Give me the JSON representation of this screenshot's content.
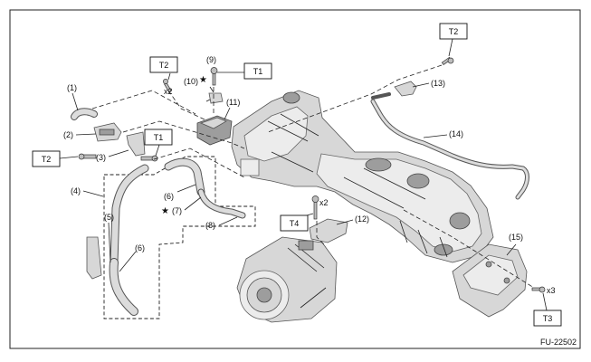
{
  "figure_id": "FU-22502",
  "callouts": {
    "c1": "(1)",
    "c2": "(2)",
    "c3": "(3)",
    "c4": "(4)",
    "c5": "(5)",
    "c6a": "(6)",
    "c6b": "(6)",
    "c7": "(7)",
    "c8": "(8)",
    "c9": "(9)",
    "c10": "(10)",
    "c11": "(11)",
    "c12": "(12)",
    "c13": "(13)",
    "c14": "(14)",
    "c15": "(15)"
  },
  "torque_tags": {
    "t2_top_left": "T2",
    "t1_top": "T1",
    "t2_left": "T2",
    "t1_mid": "T1",
    "t2_top_right": "T2",
    "t4": "T4",
    "t3": "T3"
  },
  "quantity_marks": {
    "x2_left": "x2",
    "x2_mid": "x2",
    "x3_right": "x3"
  },
  "star_marks": {
    "star_9": "★",
    "star_7": "★"
  }
}
